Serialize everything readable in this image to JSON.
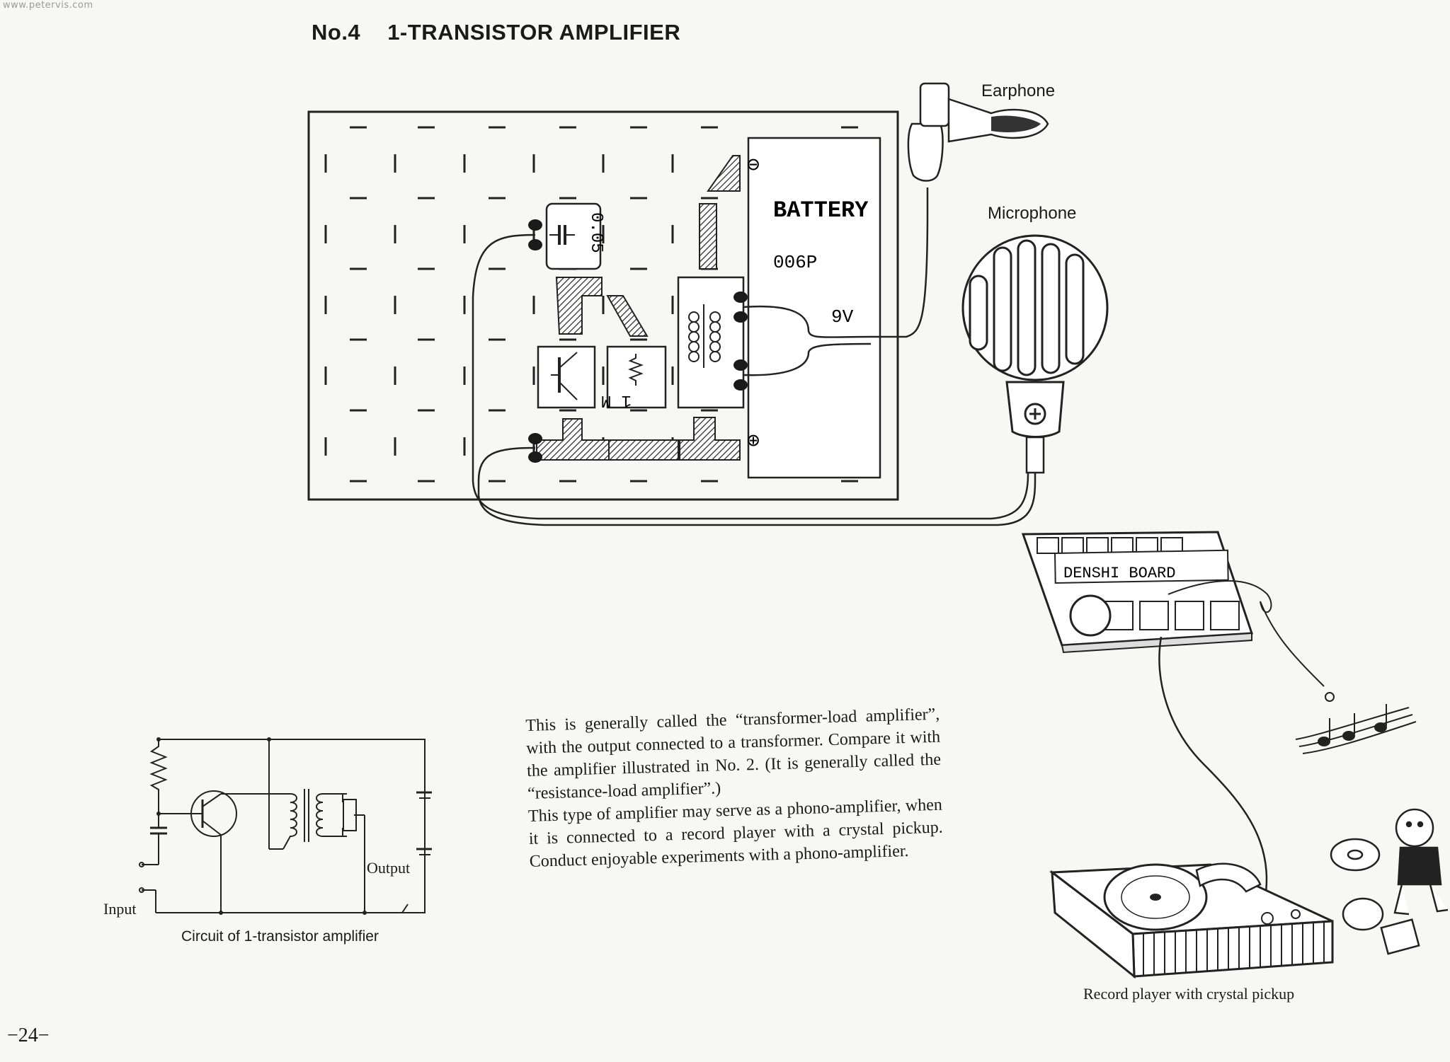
{
  "watermark": "www.petervis.com",
  "title": {
    "number": "No.4",
    "text": "1-TRANSISTOR AMPLIFIER"
  },
  "board": {
    "battery_label": "BATTERY",
    "battery_type": "006P",
    "battery_voltage": "9V",
    "capacitor_value": "0.05",
    "resistor_value": "1 M",
    "minus_sign": "⊖",
    "plus_sign": "⊕"
  },
  "labels": {
    "earphone": "Earphone",
    "microphone": "Microphone",
    "denshi_board": "DENSHI BOARD",
    "input": "Input",
    "output": "Output"
  },
  "captions": {
    "circuit": "Circuit of 1-transistor amplifier",
    "record_player": "Record player with crystal pickup"
  },
  "description": {
    "paragraph1": "This is generally called the “transformer-load amplifier”, with the output connected to a transformer. Compare it with the amplifier illustrated in No. 2. (It is generally called the “resistance-load amplifier”.)",
    "paragraph2": "This type of amplifier may serve as a phono-amplifier, when it is connected to a record player with a crystal pickup. Conduct enjoyable experiments with a phono-amplifier."
  },
  "page_number": "−24−"
}
